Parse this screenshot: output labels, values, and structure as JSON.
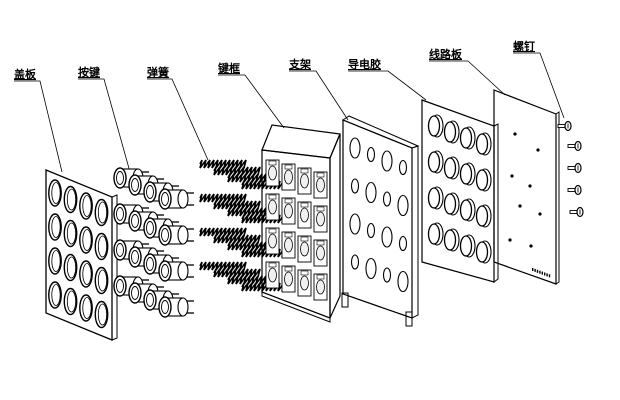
{
  "labels": {
    "cover_plate": "盖板",
    "keycap": "按键",
    "spring": "弹簧",
    "key_frame": "键框",
    "bracket": "支架",
    "conductive_rubber": "导电胶",
    "circuit_board": "线路板",
    "screw": "螺钉"
  },
  "counts": {
    "cover_holes": 16,
    "keys": 16,
    "springs": 16,
    "screws": 5
  }
}
